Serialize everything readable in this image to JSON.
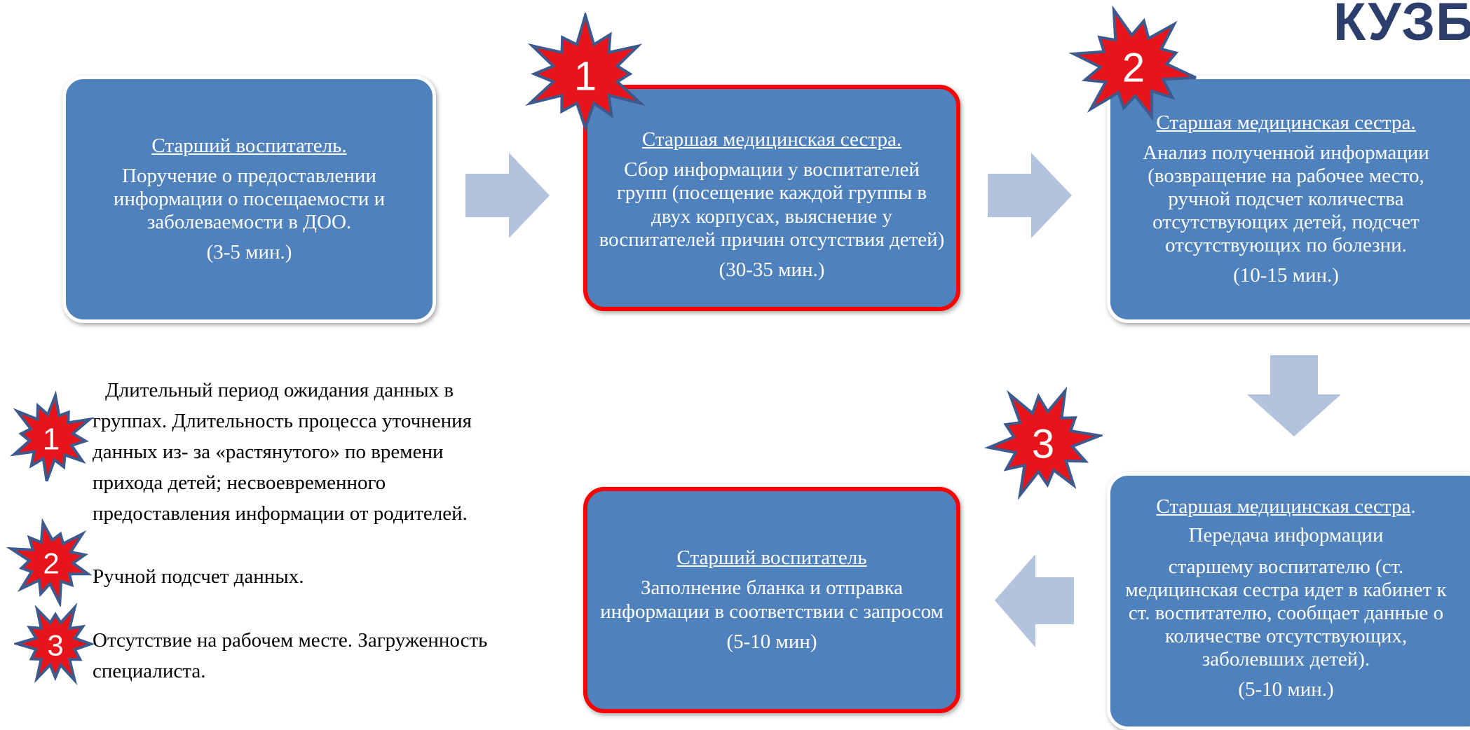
{
  "logo_text": "КУЗБА",
  "boxes": [
    {
      "title": "Старший воспитатель.",
      "desc": "Поручение о предоставлении информации о посещаемости и заболеваемости в ДОО.",
      "time": "(3-5 мин.)"
    },
    {
      "title": "Старшая медицинская сестра.",
      "desc": "Сбор информации у воспитателей групп (посещение каждой группы в двух корпусах, выяснение у воспитателей причин отсутствия детей)",
      "time": "(30-35 мин.)"
    },
    {
      "title": "Старшая медицинская сестра.",
      "desc": "Анализ полученной информации (возвращение на рабочее место, ручной подсчет количества отсутствующих детей, подсчет отсутствующих по болезни.",
      "time": "(10-15 мин.)"
    },
    {
      "title": "Старшая медицинская сестра",
      "title_suffix": ".",
      "desc": "Передача информации",
      "desc2": "старшему воспитателю (ст. медицинская сестра идет в кабинет к ст. воспитателю, сообщает данные о количестве отсутствующих, заболевших детей).",
      "time": "(5-10 мин.)"
    },
    {
      "title": "Старший воспитатель",
      "desc": "Заполнение бланка и отправка информации в соответствии с запросом",
      "time": "(5-10 мин)"
    }
  ],
  "stars": [
    "1",
    "2",
    "3",
    "1",
    "2",
    "3"
  ],
  "notes": [
    {
      "lines": [
        "Длительный период ожидания данных в",
        "группах. Длительность процесса уточнения",
        "данных из- за «растянутого» по времени",
        "прихода детей; несвоевременного",
        "предоставления информации от родителей."
      ]
    },
    {
      "lines": [
        "Ручной подсчет данных."
      ]
    },
    {
      "lines": [
        "Отсутствие на рабочем месте. Загруженность",
        "специалиста."
      ]
    }
  ],
  "colors": {
    "box_fill": "#4f81bd",
    "arrow": "#b3c3de",
    "highlight_border": "#ff0000",
    "star_fill": "#e8141b",
    "star_outline": "#3c5a8c"
  }
}
